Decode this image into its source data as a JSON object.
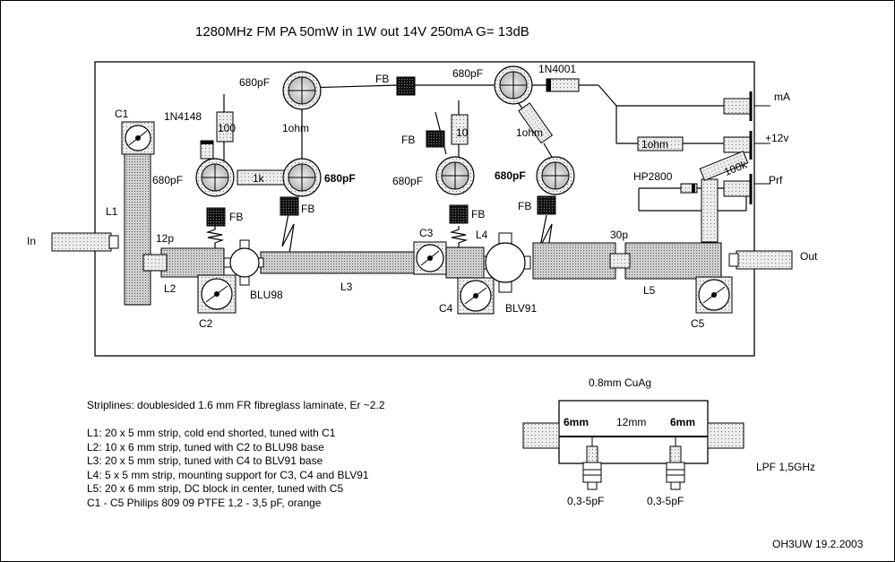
{
  "title": "1280MHz FM PA   50mW in  1W  out   14V  250mA   G= 13dB",
  "labels": {
    "in": "In",
    "out": "Out",
    "l1": "L1",
    "l2": "L2",
    "l3": "L3",
    "l4": "L4",
    "l5": "L5",
    "c1": "C1",
    "c2": "C2",
    "c3": "C3",
    "c4": "C4",
    "c5": "C5",
    "cap_12p": "12p",
    "cap_30p": "30p",
    "diode_1n4148": "1N4148",
    "diode_1n4001": "1N4001",
    "res_100": "100",
    "res_1k": "1k",
    "res_1ohm_a": "1ohm",
    "res_10": "10",
    "res_1ohm_b": "1ohm",
    "res_1ohm_c": "1ohm",
    "res_100k": "100k",
    "cap_680_a": "680pF",
    "cap_680_b": "680pF",
    "cap_680_c": "680pF",
    "cap_680_d": "680pF",
    "cap_680_e": "680pF",
    "cap_680_f": "680pF",
    "fb_a": "FB",
    "fb_b": "FB",
    "fb_c": "FB",
    "fb_d": "FB",
    "fb_e": "FB",
    "fb_f": "FB",
    "blu98": "BLU98",
    "blv91": "BLV91",
    "hp2800": "HP2800",
    "ma": "mA",
    "plus12v": "+12v",
    "prf": "Prf"
  },
  "lpf": {
    "wire": "0.8mm CuAg",
    "seg_left": "6mm",
    "seg_mid": "12mm",
    "seg_right": "6mm",
    "cap_left": "0,3-5pF",
    "cap_right": "0,3-5pF",
    "name": "LPF 1,5GHz"
  },
  "notes": [
    "Striplines: doublesided 1.6 mm FR fibreglass laminate, Er ~2.2",
    "",
    "L1: 20 x 5 mm strip, cold end shorted, tuned with C1",
    "L2: 10 x 6 mm strip, tuned with C2 to BLU98 base",
    "L3: 20 x 5 mm strip, tuned with C4 to BLV91 base",
    "L4: 5 x 5 mm strip, mounting support for C3, C4 and BLV91",
    "L5: 20 x  6 mm strip, DC block in center, tuned with C5",
    "C1 - C5 Philips 809 09 PTFE 1,2 - 3,5 pF, orange"
  ],
  "signature": "OH3UW 19.2.2003"
}
